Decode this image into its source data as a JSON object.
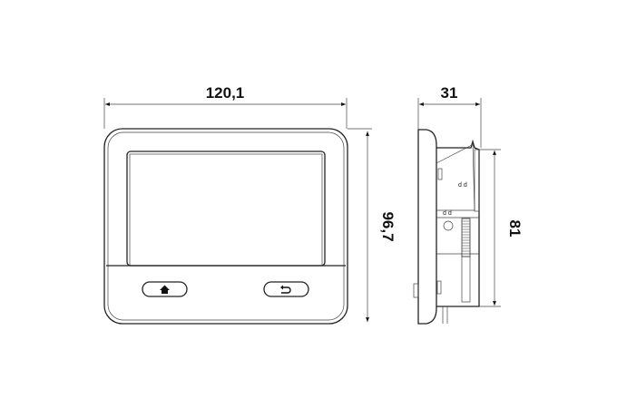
{
  "front_view": {
    "width_label": "120,1",
    "height_label": "96,7",
    "buttons": [
      {
        "name": "home",
        "icon": "home-icon"
      },
      {
        "name": "back",
        "icon": "back-arrow-icon"
      }
    ]
  },
  "side_view": {
    "depth_label": "31",
    "height_label": "81"
  }
}
